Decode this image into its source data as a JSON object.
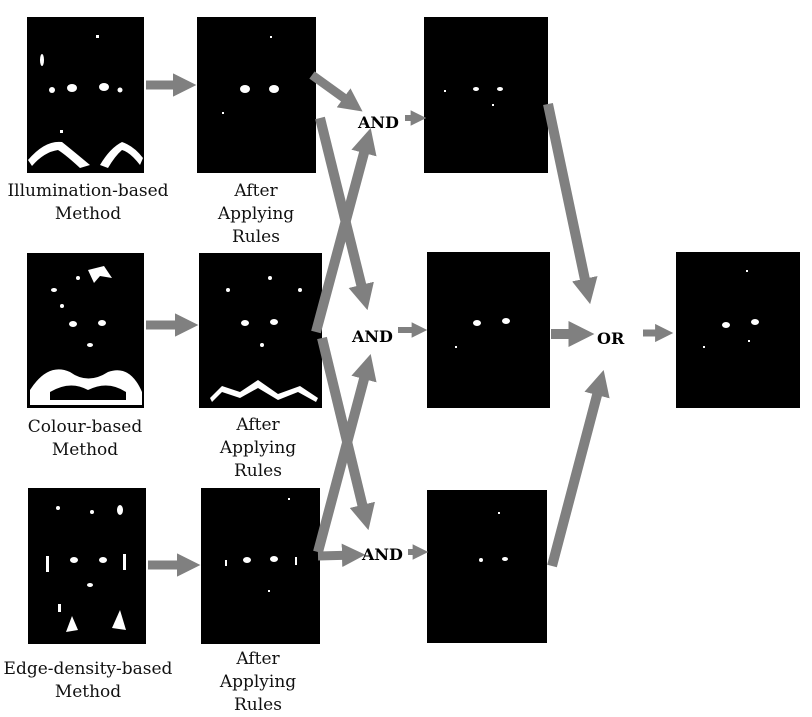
{
  "captions": {
    "illumination": [
      "Illumination-based",
      "Method"
    ],
    "colour": [
      "Colour-based",
      "Method"
    ],
    "edge": [
      "Edge-density-based",
      "Method"
    ],
    "after1": [
      "After",
      "Applying",
      "Rules"
    ],
    "after2": [
      "After",
      "Applying",
      "Rules"
    ],
    "after3": [
      "After",
      "Applying",
      "Rules"
    ]
  },
  "operators": {
    "and1": "AND",
    "and2": "AND",
    "and3": "AND",
    "or": "OR"
  },
  "colors": {
    "panel": "#000000",
    "arrow": "#808080",
    "blob": "#ffffff"
  }
}
